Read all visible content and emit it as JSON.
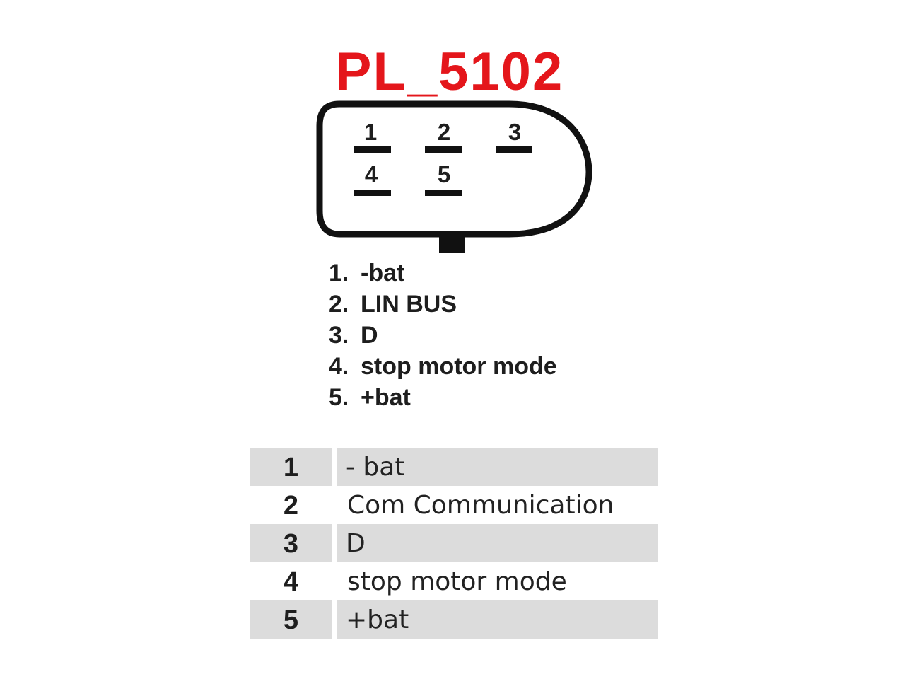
{
  "title": "PL_5102",
  "connector": {
    "pins": [
      {
        "label": "1"
      },
      {
        "label": "2"
      },
      {
        "label": "3"
      },
      {
        "label": "4"
      },
      {
        "label": "5"
      }
    ]
  },
  "legend": [
    {
      "num": "1.",
      "text": "-bat"
    },
    {
      "num": "2.",
      "text": "LIN BUS"
    },
    {
      "num": "3.",
      "text": "D"
    },
    {
      "num": "4.",
      "text": "stop motor mode"
    },
    {
      "num": "5.",
      "text": "+bat"
    }
  ],
  "pin_table": {
    "rows": [
      {
        "num": "1",
        "desc": "- bat"
      },
      {
        "num": "2",
        "desc": "Com Communication"
      },
      {
        "num": "3",
        "desc": "D"
      },
      {
        "num": "4",
        "desc": "stop motor mode"
      },
      {
        "num": "5",
        "desc": "+bat"
      }
    ]
  },
  "colors": {
    "title": "#e4161b",
    "outline": "#111111",
    "row_shade": "#dcdcdc"
  }
}
